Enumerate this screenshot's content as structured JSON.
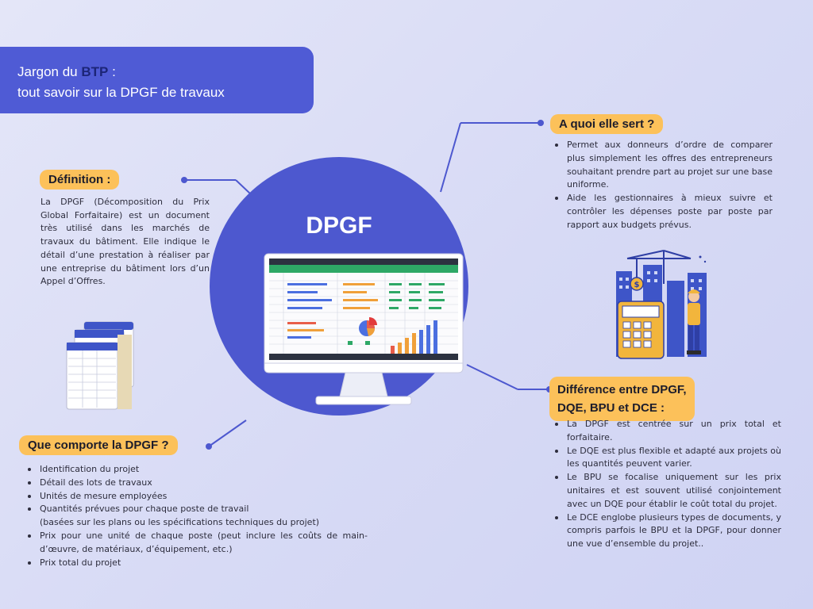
{
  "banner": {
    "line1_prefix": "Jargon du ",
    "line1_highlight": "BTP",
    "line1_suffix": " :",
    "line2": "tout savoir sur la DPGF de travaux"
  },
  "center": {
    "title": "DPGF"
  },
  "definition": {
    "label": "Définition :",
    "text": "La DPGF (Décomposition du Prix Global Forfaitaire) est un document très utilisé dans les marchés de travaux du bâtiment. Elle indique le détail d’une prestation à réaliser par une entreprise du bâtiment lors d’un Appel d’Offres."
  },
  "usage": {
    "label": "A quoi elle sert ?",
    "items": [
      "Permet aux donneurs d’ordre de comparer plus simplement les offres des entrepreneurs souhaitant prendre part au projet sur une base uniforme.",
      "Aide les gestionnaires à mieux suivre et contrôler les dépenses poste par poste par rapport aux budgets prévus."
    ]
  },
  "contents": {
    "label": "Que comporte la DPGF ?",
    "items": [
      "Identification du projet",
      "Détail des lots de travaux",
      "Unités de mesure employées",
      "Quantités prévues pour chaque poste de travail",
      "(basées sur les plans ou les spécifications techniques du projet)",
      "Prix pour une unité de chaque poste (peut inclure les coûts de main-d’œuvre, de matériaux, d’équipement, etc.)",
      "Prix total du projet"
    ]
  },
  "difference": {
    "label_line1": "Différence entre DPGF,",
    "label_line2": "DQE, BPU et DCE :",
    "items": [
      "La DPGF est centrée sur un prix total et forfaitaire.",
      "Le DQE est plus flexible et adapté aux projets où les quantités peuvent varier.",
      "Le BPU se focalise uniquement sur les prix unitaires et est souvent utilisé conjointement avec un DQE pour établir le coût total du projet.",
      "Le DCE englobe plusieurs types de documents, y compris parfois le BPU et la DPGF, pour donner une vue d’ensemble du projet.."
    ]
  },
  "colors": {
    "accent": "#4f5bd5",
    "tag": "#fcc15a",
    "background": "#d9dcf6"
  },
  "icons": [
    "monitor-spreadsheet-icon",
    "documents-icon",
    "construction-worker-icon",
    "calculator-icon",
    "crane-icon"
  ]
}
